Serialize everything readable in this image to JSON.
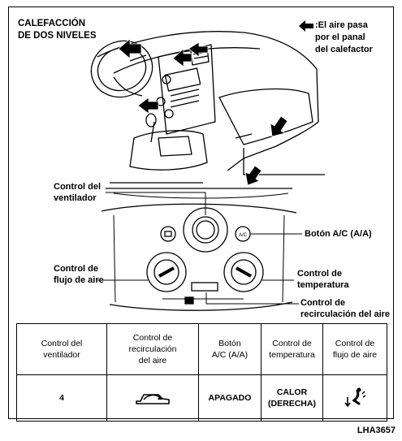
{
  "title": [
    "CALEFACCIÓN",
    "DE DOS NIVELES"
  ],
  "legend": {
    "icon": "heat-arrow-icon",
    "text": [
      ":El aire pasa",
      "por el panal",
      "del calefactor"
    ]
  },
  "callouts": {
    "fan_control": [
      "Control del",
      "ventilador"
    ],
    "ac_button": "Botón A/C (A/A)",
    "air_flow_control": [
      "Control de",
      "flujo de aire"
    ],
    "temperature_control": [
      "Control de",
      "temperatura"
    ],
    "recirculation_control": [
      "Control de",
      "recirculación del aire"
    ],
    "ac_knob_text": "A/C"
  },
  "table": {
    "headers": [
      [
        "Control del",
        "ventilador"
      ],
      [
        "Control de",
        "recirculación",
        "del aire"
      ],
      [
        "Botón",
        "A/C (A/A)"
      ],
      [
        "Control de",
        "temperatura"
      ],
      [
        "Control de",
        "flujo de aire"
      ]
    ],
    "values": {
      "fan": "4",
      "recirculation_icon": "car-recirculation-icon",
      "ac": "APAGADO",
      "temperature": [
        "CALOR",
        "(DERECHA)"
      ],
      "air_flow_icon": "foot-defrost-icon"
    }
  },
  "figure_code": "LHA3657"
}
